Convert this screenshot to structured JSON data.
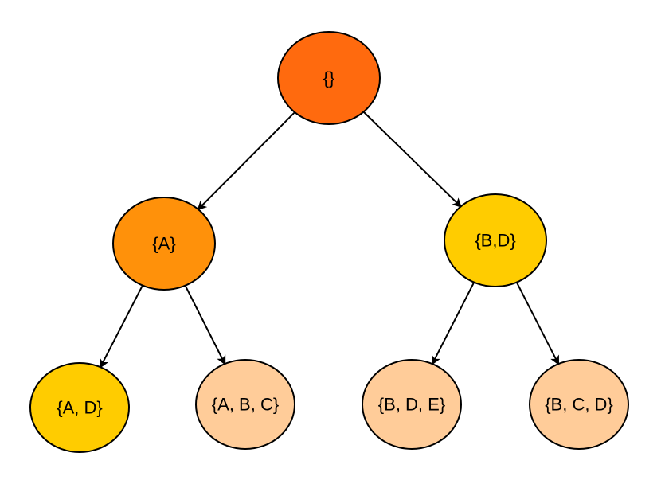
{
  "colors": {
    "root": "#ff6a0e",
    "level1_left": "#ff910a",
    "highlight": "#ffcc00",
    "light": "#ffcc99",
    "stroke": "#000000",
    "background": "#ffffff"
  },
  "nodes": {
    "root": {
      "label": "{}",
      "color": "#ff6a0e"
    },
    "a": {
      "label": "{A}",
      "color": "#ff910a"
    },
    "bd": {
      "label": "{B,D}",
      "color": "#ffcc00"
    },
    "ad": {
      "label": "{A, D}",
      "color": "#ffcc00"
    },
    "abc": {
      "label": "{A, B, C}",
      "color": "#ffcc99"
    },
    "bde": {
      "label": "{B, D, E}",
      "color": "#ffcc99"
    },
    "bcd": {
      "label": "{B, C, D}",
      "color": "#ffcc99"
    }
  },
  "edges": [
    {
      "from": "root",
      "to": "a"
    },
    {
      "from": "root",
      "to": "bd"
    },
    {
      "from": "a",
      "to": "ad"
    },
    {
      "from": "a",
      "to": "abc"
    },
    {
      "from": "bd",
      "to": "bde"
    },
    {
      "from": "bd",
      "to": "bcd"
    }
  ]
}
